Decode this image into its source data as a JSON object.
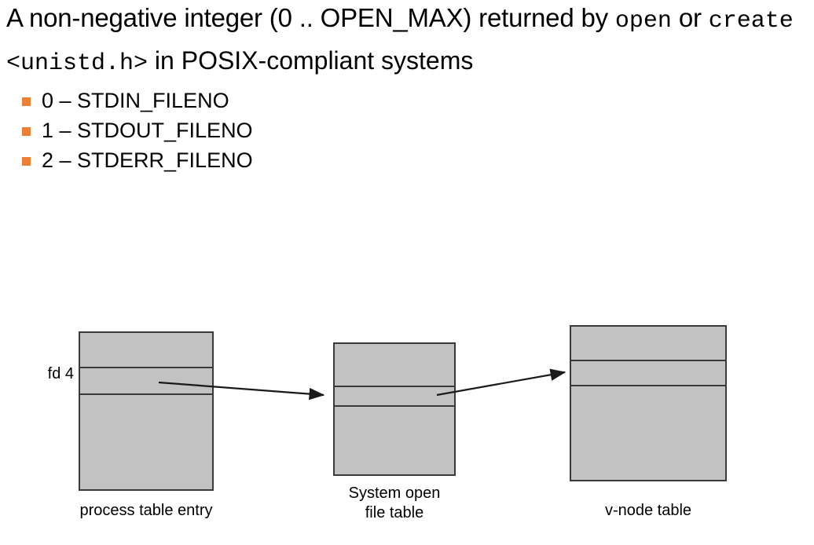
{
  "slide": {
    "lead": {
      "part1": "A non-negative integer (0 .. OPEN_MAX) returned by ",
      "code1": "open",
      "joiner": " or ",
      "code2": "create"
    },
    "header": {
      "code": "<unistd.h>",
      "rest": " in POSIX-compliant systems"
    },
    "bullets": [
      {
        "label": "0 – STDIN_FILENO"
      },
      {
        "label": "1 – STDOUT_FILENO"
      },
      {
        "label": "2 – STDERR_FILENO"
      }
    ],
    "bullet_color": "#ED8037"
  },
  "diagram": {
    "fill_color": "#C2C2C2",
    "stroke_color": "#3A3A3A",
    "side_label": "fd 4",
    "boxes": [
      {
        "name": "process-table-entry",
        "caption": "process table entry"
      },
      {
        "name": "system-open-file-table",
        "caption": "System open\nfile table"
      },
      {
        "name": "v-node-table",
        "caption": "v-node table"
      }
    ],
    "arrows": [
      {
        "name": "arrow-process-to-file-table"
      },
      {
        "name": "arrow-file-table-to-vnode"
      }
    ]
  }
}
